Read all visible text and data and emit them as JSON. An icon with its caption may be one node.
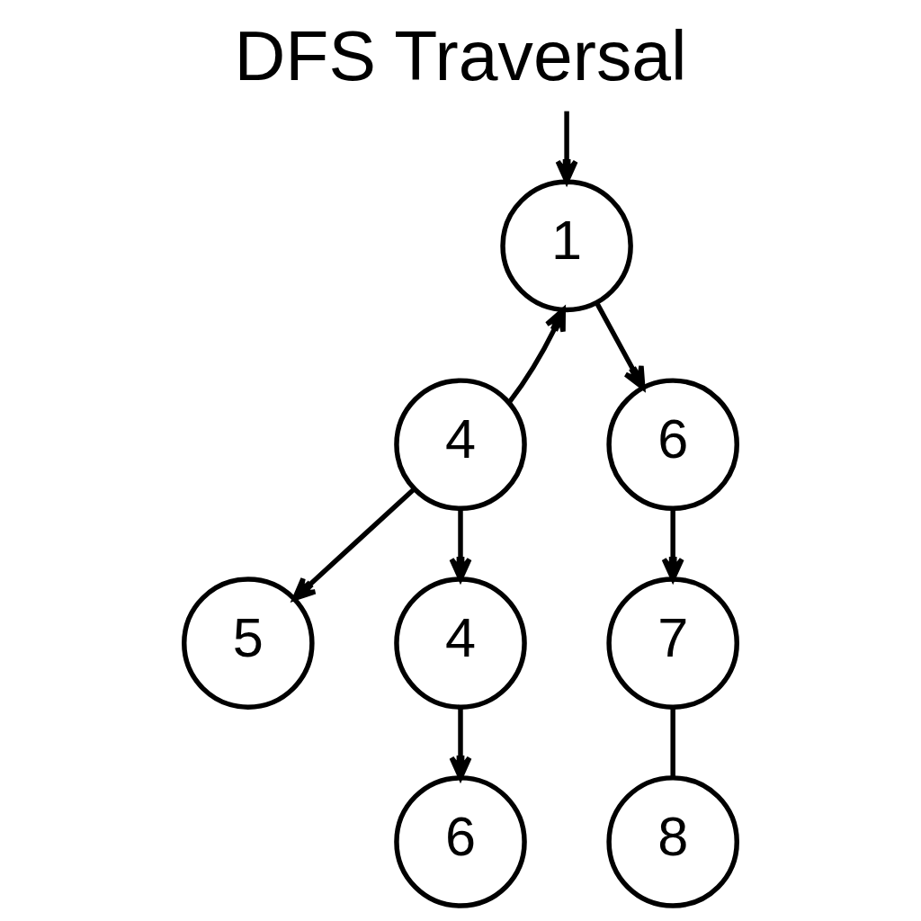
{
  "diagram": {
    "title": "DFS Traversal",
    "nodes": [
      {
        "text": [
          "1"
        ]
      },
      {
        "text": [
          "4"
        ]
      },
      {
        "text": [
          "6"
        ]
      },
      {
        "text": [
          "5"
        ]
      },
      {
        "text": [
          "4"
        ]
      },
      {
        "text": [
          "7"
        ]
      },
      {
        "text": [
          "6"
        ]
      },
      {
        "text": [
          "8"
        ]
      }
    ],
    "edges": [
      {
        "from": null,
        "to": 0,
        "arrow": "to"
      },
      {
        "from": 1,
        "to": 0,
        "arrow": "to"
      },
      {
        "from": 0,
        "to": 2,
        "arrow": "to"
      },
      {
        "from": 1,
        "to": 3,
        "arrow": "to"
      },
      {
        "from": 1,
        "to": 4,
        "arrow": "to"
      },
      {
        "from": 2,
        "to": 5,
        "arrow": "to"
      },
      {
        "from": 4,
        "to": 6,
        "arrow": "to"
      },
      {
        "from": 5,
        "to": 7,
        "arrow": "none"
      }
    ]
  }
}
